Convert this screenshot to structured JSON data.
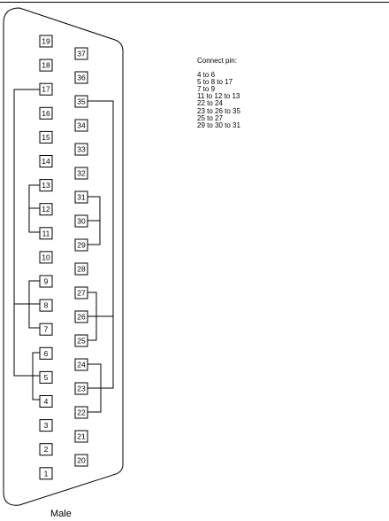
{
  "diagram": {
    "caption": "Male",
    "notes_title": "Connect pin:",
    "connections": [
      "4 to 6",
      "5 to 8 to 17",
      "7 to 9",
      "11 to 12 to 13",
      "22 to 24",
      "23 to 26 to 35",
      "25 to 27",
      "29 to 30 to 31"
    ],
    "pins_left_column": [
      "19",
      "18",
      "17",
      "16",
      "15",
      "14",
      "13",
      "12",
      "11",
      "10",
      "9",
      "8",
      "7",
      "6",
      "5",
      "4",
      "3",
      "2",
      "1"
    ],
    "pins_right_column": [
      "37",
      "36",
      "35",
      "34",
      "33",
      "32",
      "31",
      "30",
      "29",
      "28",
      "27",
      "26",
      "25",
      "24",
      "23",
      "22",
      "21",
      "20"
    ]
  }
}
